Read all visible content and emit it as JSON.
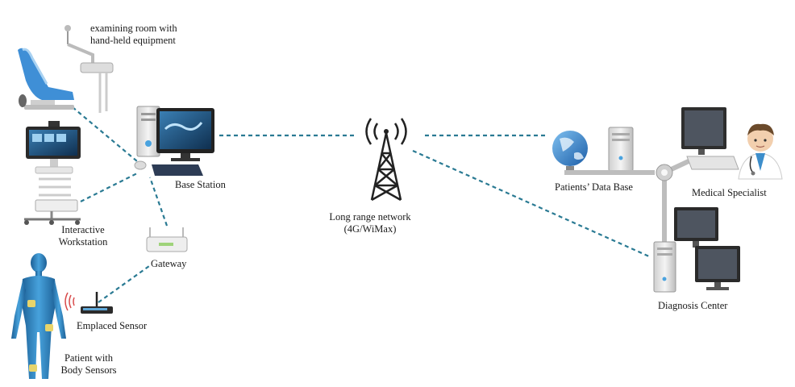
{
  "labels": {
    "examining_room": [
      "examining room with",
      "hand-held equipment"
    ],
    "interactive_workstation": [
      "Interactive",
      "Workstation"
    ],
    "base_station": "Base Station",
    "gateway": "Gateway",
    "emplaced_sensor": "Emplaced Sensor",
    "patient_body_sensors": [
      "Patient with",
      "Body Sensors"
    ],
    "long_range_network": [
      "Long range network",
      "(4G/WiMax)"
    ],
    "patients_data_base": "Patients’ Data Base",
    "medical_specialist": "Medical Specialist",
    "diagnosis_center": "Diagnosis Center"
  },
  "colors": {
    "link": "#2a7a93",
    "body": "#2f86c4",
    "sensor": "#e8d46a",
    "tower": "#222222",
    "signal": "#d84a4a"
  },
  "icons": [
    "dental-chair-icon",
    "workstation-cart-icon",
    "desktop-computer-icon",
    "gateway-router-icon",
    "sensor-router-icon",
    "human-body-icon",
    "cell-tower-icon",
    "globe-icon",
    "server-tower-icon",
    "doctor-avatar-icon",
    "diagnosis-workstation-icon"
  ]
}
